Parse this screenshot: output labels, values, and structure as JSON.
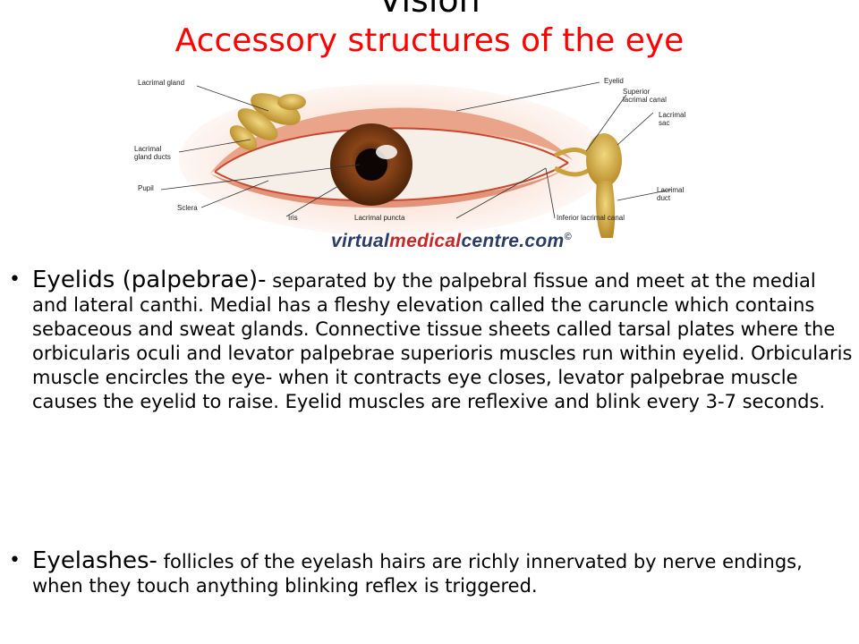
{
  "title": {
    "line1": "Vision",
    "line2": "Accessory structures of the eye"
  },
  "figure": {
    "labels": {
      "lacrimal_gland": "Lacrimal gland",
      "eyelid": "Eyelid",
      "superior_canal": "Superior\nlacrimal canal",
      "lacrimal_sac": "Lacrimal\nsac",
      "gland_ducts": "Lacrimal\ngland ducts",
      "pupil": "Pupil",
      "sclera": "Sclera",
      "iris": "Iris",
      "puncta": "Lacrimal puncta",
      "inferior_canal": "Inferior lacrimal canal",
      "lacrimal_duct": "Lacrimal\nduct"
    },
    "watermark_prefix": "virtual",
    "watermark_accent": "medical",
    "watermark_suffix": "centre.com",
    "watermark_mark": "©"
  },
  "bullets": [
    {
      "lead": "Eyelids (palpebrae)-",
      "text": " separated by the palpebral fissue and meet at the medial and lateral canthi.  Medial has a fleshy elevation called the caruncle which contains sebaceous and sweat glands. Connective tissue sheets called tarsal plates where the orbicularis oculi and levator palpebrae superioris muscles run within eyelid. Orbicularis muscle encircles the eye- when it contracts eye closes, levator palpebrae muscle causes the eyelid to raise. Eyelid muscles are reflexive and blink every  3-7 seconds."
    },
    {
      "lead": "Eyelashes-",
      "text": " follicles of the eyelash hairs are richly innervated by nerve endings, when they touch anything blinking reflex is triggered."
    }
  ],
  "bullet_glyph": "•",
  "colors": {
    "title_accent": "#ff0000",
    "sclera": "#f6efe8",
    "iris": "#7a3a12",
    "gland": "#d9b24a",
    "skin": "#f3b9a1"
  }
}
